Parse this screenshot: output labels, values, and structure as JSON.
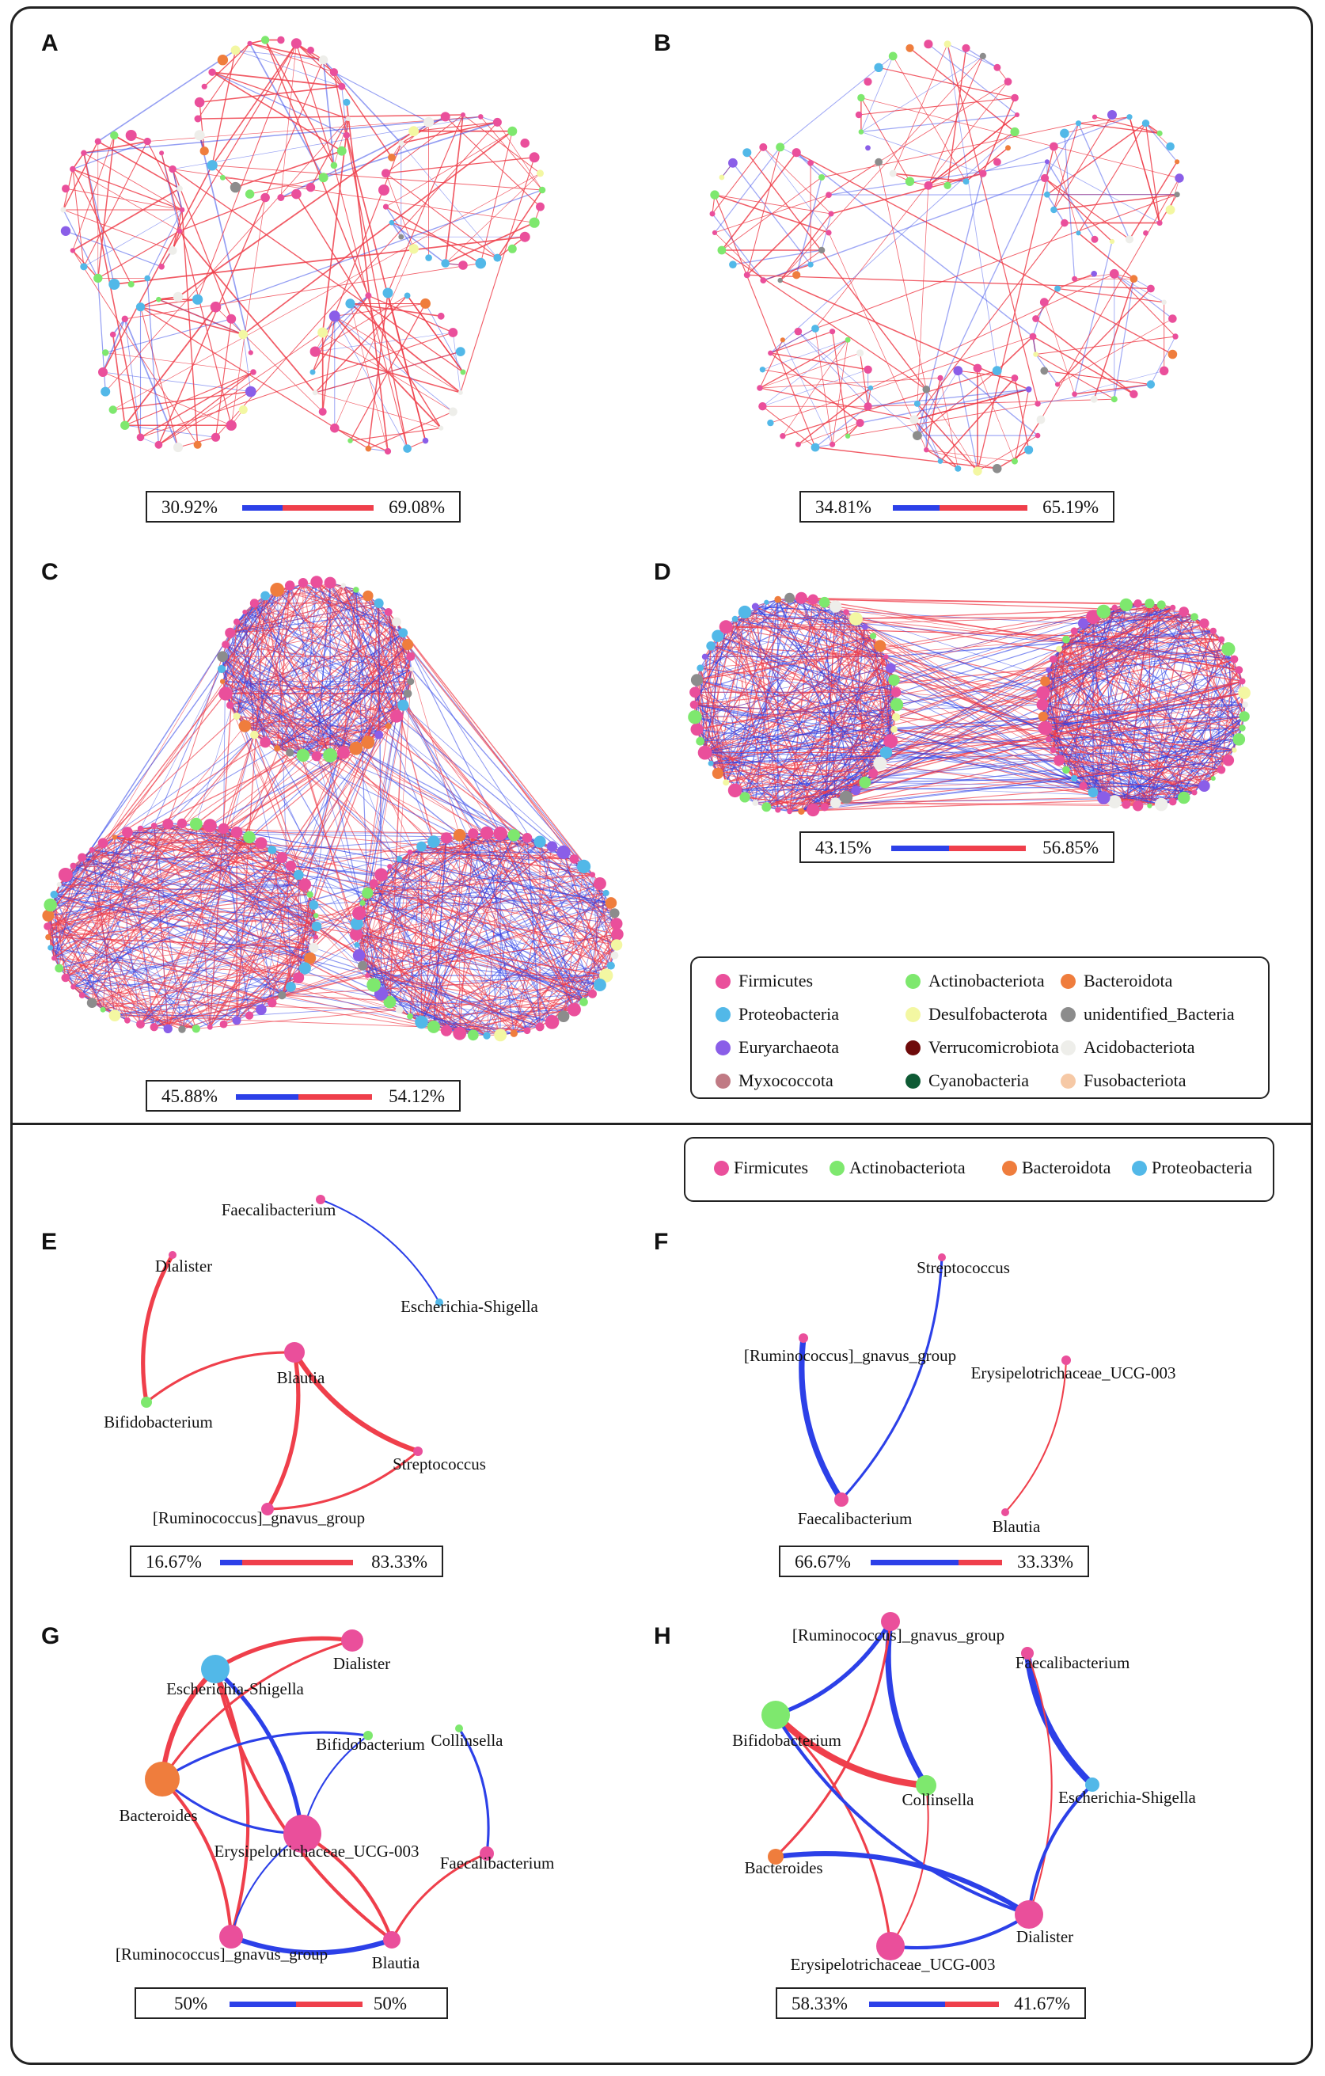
{
  "colors": {
    "negative_edge": "#2c40e8",
    "positive_edge": "#ef3f4b",
    "Firmicutes": "#ea4f9b",
    "Proteobacteria": "#52b8e8",
    "Euryarchaeota": "#8a5ee8",
    "Myxococcota": "#c07a84",
    "Actinobacteriota": "#7ee86e",
    "Desulfobacterota": "#f3f7a2",
    "Verrucomicrobiota": "#6e0a0a",
    "Cyanobacteria": "#0e5a34",
    "Bacteroidota": "#ef7d3d",
    "unidentified_Bacteria": "#8c8c8c",
    "Acidobacteriota": "#eeeeea",
    "Fusobacteriota": "#f6c9a6"
  },
  "top_legend": [
    {
      "label": "Firmicutes",
      "color_key": "Firmicutes"
    },
    {
      "label": "Actinobacteriota",
      "color_key": "Actinobacteriota"
    },
    {
      "label": "Bacteroidota",
      "color_key": "Bacteroidota"
    },
    {
      "label": "Proteobacteria",
      "color_key": "Proteobacteria"
    },
    {
      "label": "Desulfobacterota",
      "color_key": "Desulfobacterota"
    },
    {
      "label": "unidentified_Bacteria",
      "color_key": "unidentified_Bacteria"
    },
    {
      "label": "Euryarchaeota",
      "color_key": "Euryarchaeota"
    },
    {
      "label": "Verrucomicrobiota",
      "color_key": "Verrucomicrobiota"
    },
    {
      "label": "Acidobacteriota",
      "color_key": "Acidobacteriota"
    },
    {
      "label": "Myxococcota",
      "color_key": "Myxococcota"
    },
    {
      "label": "Cyanobacteria",
      "color_key": "Cyanobacteria"
    },
    {
      "label": "Fusobacteriota",
      "color_key": "Fusobacteriota"
    }
  ],
  "bottom_legend": [
    {
      "label": "Firmicutes",
      "color_key": "Firmicutes"
    },
    {
      "label": "Actinobacteriota",
      "color_key": "Actinobacteriota"
    },
    {
      "label": "Bacteroidota",
      "color_key": "Bacteroidota"
    },
    {
      "label": "Proteobacteria",
      "color_key": "Proteobacteria"
    }
  ],
  "panels": {
    "A": {
      "label": "A",
      "negative": "30.92%",
      "positive": "69.08%",
      "negative_fraction": 0.3092
    },
    "B": {
      "label": "B",
      "negative": "34.81%",
      "positive": "65.19%",
      "negative_fraction": 0.3481
    },
    "C": {
      "label": "C",
      "negative": "45.88%",
      "positive": "54.12%",
      "negative_fraction": 0.4588
    },
    "D": {
      "label": "D",
      "negative": "43.15%",
      "positive": "56.85%",
      "negative_fraction": 0.4315
    },
    "E": {
      "label": "E",
      "negative": "16.67%",
      "positive": "83.33%",
      "negative_fraction": 0.1667,
      "nodes": [
        {
          "id": "fae",
          "name": "Faecalibacterium",
          "phylum": "Firmicutes"
        },
        {
          "id": "esc",
          "name": "Escherichia-Shigella",
          "phylum": "Proteobacteria"
        },
        {
          "id": "dia",
          "name": "Dialister",
          "phylum": "Firmicutes"
        },
        {
          "id": "bif",
          "name": "Bifidobacterium",
          "phylum": "Actinobacteriota"
        },
        {
          "id": "bla",
          "name": "Blautia",
          "phylum": "Firmicutes"
        },
        {
          "id": "str",
          "name": "Streptococcus",
          "phylum": "Firmicutes"
        },
        {
          "id": "rum",
          "name": "[Ruminococcus]_gnavus_group",
          "phylum": "Firmicutes"
        }
      ],
      "edges": [
        {
          "from": "fae",
          "to": "esc",
          "sign": "negative",
          "weight": 1
        },
        {
          "from": "dia",
          "to": "bif",
          "sign": "positive",
          "weight": 4
        },
        {
          "from": "bif",
          "to": "bla",
          "sign": "positive",
          "weight": 2
        },
        {
          "from": "bla",
          "to": "str",
          "sign": "positive",
          "weight": 5
        },
        {
          "from": "bla",
          "to": "rum",
          "sign": "positive",
          "weight": 4
        },
        {
          "from": "rum",
          "to": "str",
          "sign": "positive",
          "weight": 2
        }
      ]
    },
    "F": {
      "label": "F",
      "negative": "66.67%",
      "positive": "33.33%",
      "negative_fraction": 0.6667,
      "nodes": [
        {
          "id": "str",
          "name": "Streptococcus",
          "phylum": "Firmicutes"
        },
        {
          "id": "rum",
          "name": "[Ruminococcus]_gnavus_group",
          "phylum": "Firmicutes"
        },
        {
          "id": "ery",
          "name": "Erysipelotrichaceae_UCG-003",
          "phylum": "Firmicutes"
        },
        {
          "id": "fae",
          "name": "Faecalibacterium",
          "phylum": "Firmicutes"
        },
        {
          "id": "bla",
          "name": "Blautia",
          "phylum": "Firmicutes"
        }
      ],
      "edges": [
        {
          "from": "str",
          "to": "fae",
          "sign": "negative",
          "weight": 2
        },
        {
          "from": "rum",
          "to": "fae",
          "sign": "negative",
          "weight": 6
        },
        {
          "from": "ery",
          "to": "bla",
          "sign": "positive",
          "weight": 1
        }
      ]
    },
    "G": {
      "label": "G",
      "negative": "50%",
      "positive": "50%",
      "negative_fraction": 0.5,
      "nodes": [
        {
          "id": "esc",
          "name": "Escherichia-Shigella",
          "phylum": "Proteobacteria"
        },
        {
          "id": "dia",
          "name": "Dialister",
          "phylum": "Firmicutes"
        },
        {
          "id": "bif",
          "name": "Bifidobacterium",
          "phylum": "Actinobacteriota"
        },
        {
          "id": "col",
          "name": "Collinsella",
          "phylum": "Actinobacteriota"
        },
        {
          "id": "bac",
          "name": "Bacteroides",
          "phylum": "Bacteroidota"
        },
        {
          "id": "ery",
          "name": "Erysipelotrichaceae_UCG-003",
          "phylum": "Firmicutes"
        },
        {
          "id": "fae",
          "name": "Faecalibacterium",
          "phylum": "Firmicutes"
        },
        {
          "id": "rum",
          "name": "[Ruminococcus]_gnavus_group",
          "phylum": "Firmicutes"
        },
        {
          "id": "bla",
          "name": "Blautia",
          "phylum": "Firmicutes"
        }
      ],
      "edges": [
        {
          "from": "esc",
          "to": "dia",
          "sign": "positive",
          "weight": 4
        },
        {
          "from": "esc",
          "to": "bac",
          "sign": "positive",
          "weight": 5
        },
        {
          "from": "esc",
          "to": "ery",
          "sign": "negative",
          "weight": 4
        },
        {
          "from": "esc",
          "to": "bla",
          "sign": "positive",
          "weight": 3
        },
        {
          "from": "esc",
          "to": "rum",
          "sign": "positive",
          "weight": 3
        },
        {
          "from": "dia",
          "to": "bac",
          "sign": "positive",
          "weight": 2
        },
        {
          "from": "bac",
          "to": "bif",
          "sign": "negative",
          "weight": 2
        },
        {
          "from": "bac",
          "to": "ery",
          "sign": "negative",
          "weight": 2
        },
        {
          "from": "bac",
          "to": "rum",
          "sign": "positive",
          "weight": 3
        },
        {
          "from": "bif",
          "to": "ery",
          "sign": "negative",
          "weight": 1
        },
        {
          "from": "col",
          "to": "fae",
          "sign": "negative",
          "weight": 2
        },
        {
          "from": "ery",
          "to": "rum",
          "sign": "negative",
          "weight": 1
        },
        {
          "from": "ery",
          "to": "bla",
          "sign": "positive",
          "weight": 3
        },
        {
          "from": "rum",
          "to": "bla",
          "sign": "negative",
          "weight": 5
        },
        {
          "from": "bla",
          "to": "fae",
          "sign": "positive",
          "weight": 2
        }
      ]
    },
    "H": {
      "label": "H",
      "negative": "58.33%",
      "positive": "41.67%",
      "negative_fraction": 0.5833,
      "nodes": [
        {
          "id": "rum",
          "name": "[Ruminococcus]_gnavus_group",
          "phylum": "Firmicutes"
        },
        {
          "id": "fae",
          "name": "Faecalibacterium",
          "phylum": "Firmicutes"
        },
        {
          "id": "bif",
          "name": "Bifidobacterium",
          "phylum": "Actinobacteriota"
        },
        {
          "id": "col",
          "name": "Collinsella",
          "phylum": "Actinobacteriota"
        },
        {
          "id": "esc",
          "name": "Escherichia-Shigella",
          "phylum": "Proteobacteria"
        },
        {
          "id": "bac",
          "name": "Bacteroides",
          "phylum": "Bacteroidota"
        },
        {
          "id": "dia",
          "name": "Dialister",
          "phylum": "Firmicutes"
        },
        {
          "id": "ery",
          "name": "Erysipelotrichaceae_UCG-003",
          "phylum": "Firmicutes"
        }
      ],
      "edges": [
        {
          "from": "rum",
          "to": "bif",
          "sign": "negative",
          "weight": 4
        },
        {
          "from": "rum",
          "to": "col",
          "sign": "negative",
          "weight": 6
        },
        {
          "from": "rum",
          "to": "bac",
          "sign": "positive",
          "weight": 2
        },
        {
          "from": "bif",
          "to": "col",
          "sign": "positive",
          "weight": 7
        },
        {
          "from": "bif",
          "to": "ery",
          "sign": "positive",
          "weight": 2
        },
        {
          "from": "bif",
          "to": "dia",
          "sign": "negative",
          "weight": 3
        },
        {
          "from": "col",
          "to": "ery",
          "sign": "positive",
          "weight": 1
        },
        {
          "from": "fae",
          "to": "esc",
          "sign": "negative",
          "weight": 7
        },
        {
          "from": "fae",
          "to": "dia",
          "sign": "positive",
          "weight": 1
        },
        {
          "from": "esc",
          "to": "dia",
          "sign": "negative",
          "weight": 3
        },
        {
          "from": "bac",
          "to": "dia",
          "sign": "negative",
          "weight": 5
        },
        {
          "from": "ery",
          "to": "dia",
          "sign": "negative",
          "weight": 3
        }
      ]
    }
  }
}
